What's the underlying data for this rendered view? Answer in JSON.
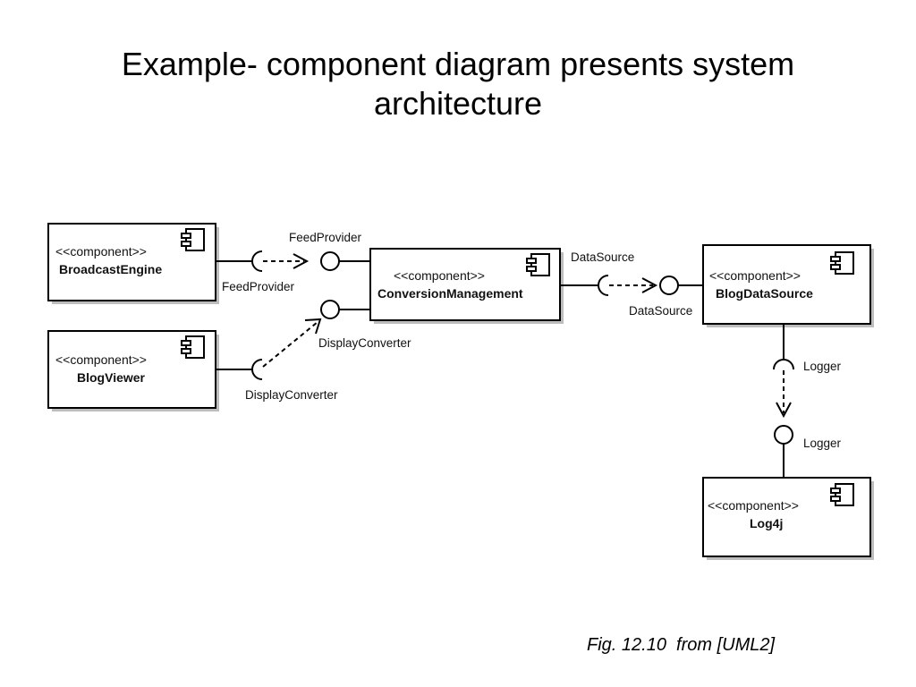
{
  "title": {
    "line1": "Example- component diagram presents system",
    "line2": "architecture"
  },
  "caption": "Fig. 12.10  from [UML2]",
  "diagram": {
    "components": [
      {
        "stereotype": "<<component>>",
        "name": "BroadcastEngine"
      },
      {
        "stereotype": "<<component>>",
        "name": "BlogViewer"
      },
      {
        "stereotype": "<<component>>",
        "name": "ConversionManagement"
      },
      {
        "stereotype": "<<component>>",
        "name": "BlogDataSource"
      },
      {
        "stereotype": "<<component>>",
        "name": "Log4j"
      }
    ],
    "interface_labels": {
      "feedprovider_provided": "FeedProvider",
      "feedprovider_required": "FeedProvider",
      "displayconverter_provided": "DisplayConverter",
      "displayconverter_required": "DisplayConverter",
      "datasource_required": "DataSource",
      "datasource_provided": "DataSource",
      "logger_required": "Logger",
      "logger_provided": "Logger"
    },
    "component_icon": "component-icon"
  }
}
